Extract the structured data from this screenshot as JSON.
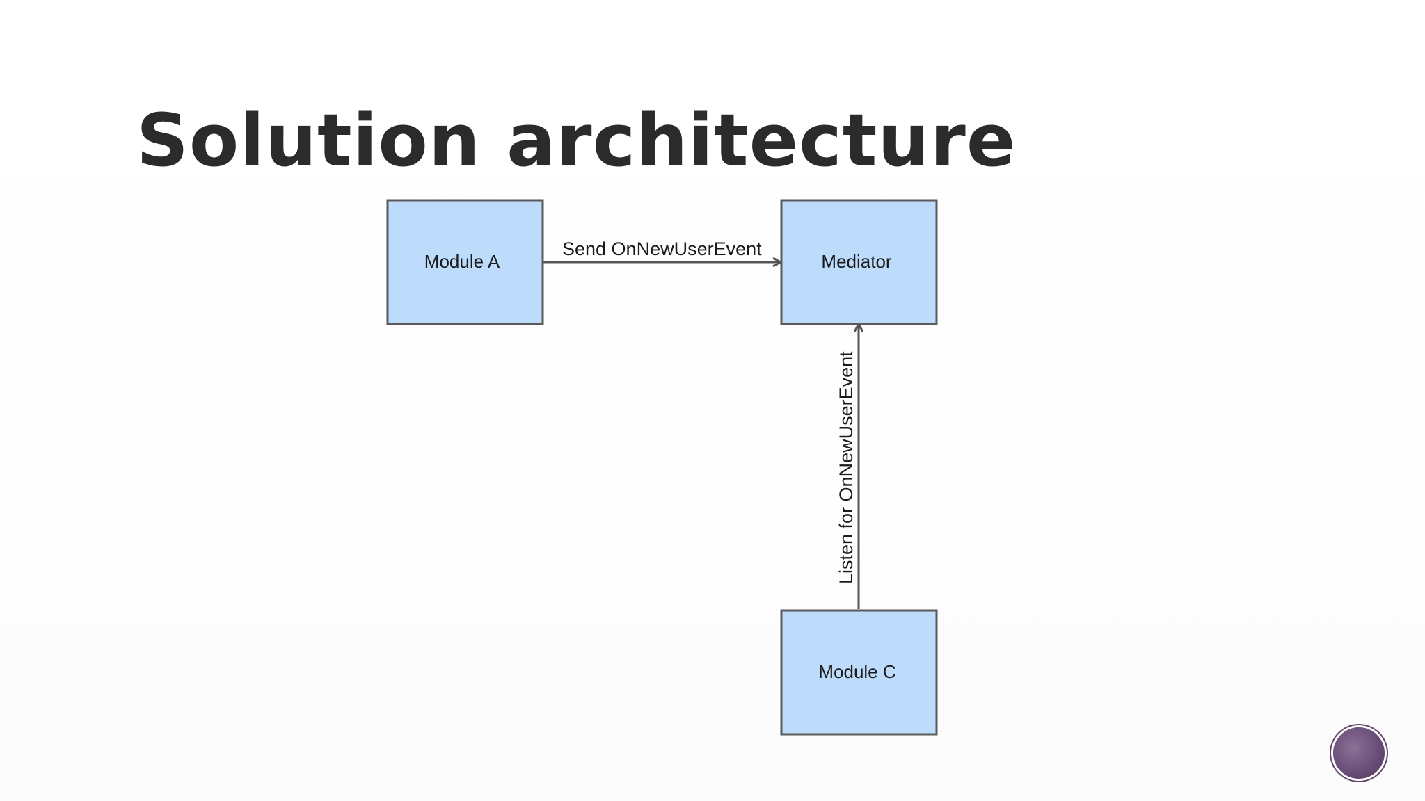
{
  "slide": {
    "title": "Solution architecture"
  },
  "diagram": {
    "nodes": {
      "module_a": "Module A",
      "mediator": "Mediator",
      "module_c": "Module C"
    },
    "edges": {
      "a_to_mediator": "Send OnNewUserEvent",
      "c_to_mediator": "Listen for OnNewUserEvent"
    }
  },
  "colors": {
    "box_fill": "#bddcfb",
    "box_border": "#5a5a5a",
    "connector": "#555555",
    "badge": "#6a4f78"
  },
  "icons": {
    "badge": "slide-badge-icon"
  }
}
